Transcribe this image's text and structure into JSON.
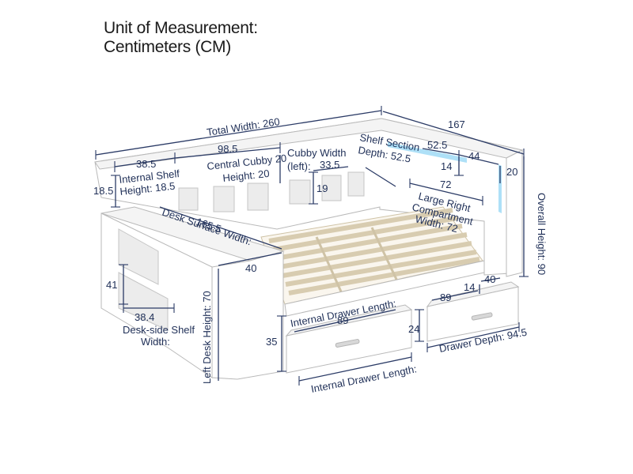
{
  "header": {
    "line1": "Unit of Measurement:",
    "line2": "Centimeters (CM)"
  },
  "labels": {
    "total_width": "Total Width: 260",
    "depth_total": "167",
    "left_top": "38.5",
    "central_top": "98.5",
    "cubby_depth_label": "Cubby Width",
    "cubby_left": "(left):",
    "cubby_left_val": "33.5",
    "shelf_section_1": "Shelf Section",
    "shelf_section_2": "Depth: 52.5",
    "shelf_width_a": "52.5",
    "shelf_width_b": "44",
    "shelf_height_14": "14",
    "side_20": "20",
    "height_18_5": "18.5",
    "internal_shelf_1": "Internal Shelf",
    "internal_shelf_2": "Height: 18.5",
    "central_cubby_1": "Central Cubby 20",
    "central_cubby_2": "Height: 20",
    "cubby_19": "19",
    "large_right_1": "Large Right",
    "large_right_2": "Compartment",
    "large_right_3": "Width: 72",
    "large_right_val": "72",
    "desk_surface_val": "165.5",
    "desk_surface_1": "Desk Surface Width:",
    "desk_40": "40",
    "overall_height": "Overall Height: 90",
    "shelf_41": "41",
    "desk_shelf_val": "38.4",
    "desk_shelf_1": "Desk-side Shelf",
    "desk_shelf_2": "Width:",
    "left_desk_height": "Left Desk Height: 70",
    "drawer_14": "14",
    "drawer_40": "40",
    "drawer_89_right": "89",
    "internal_drawer_top": "Internal Drawer Length:",
    "drawer_89_left": "89",
    "drawer_24": "24",
    "drawer_35": "35",
    "drawer_depth": "Drawer Depth: 94.5",
    "internal_drawer_bottom": "Internal Drawer Length:"
  },
  "colors": {
    "dimension": "#2b3b66",
    "text": "#1f2f57",
    "furniture": "#ffffff",
    "slats": "#efe7d6",
    "led": "#9ad8f5"
  }
}
